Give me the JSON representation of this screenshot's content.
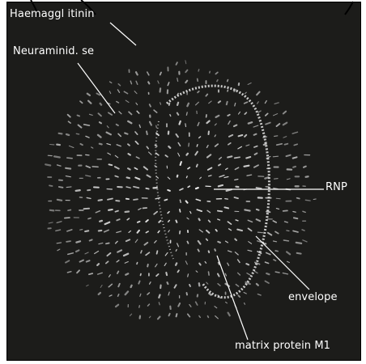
{
  "labels": {
    "haemagglutinin": "Haemaggl itinin",
    "neuraminidase": "Neuraminid. se",
    "rnp": "RNP",
    "envelope": "envelope",
    "matrix": "matrix protein M1"
  },
  "colors": {
    "background": "#1c1c1a",
    "stroke": "#ffffff",
    "label": "#ffffff"
  }
}
